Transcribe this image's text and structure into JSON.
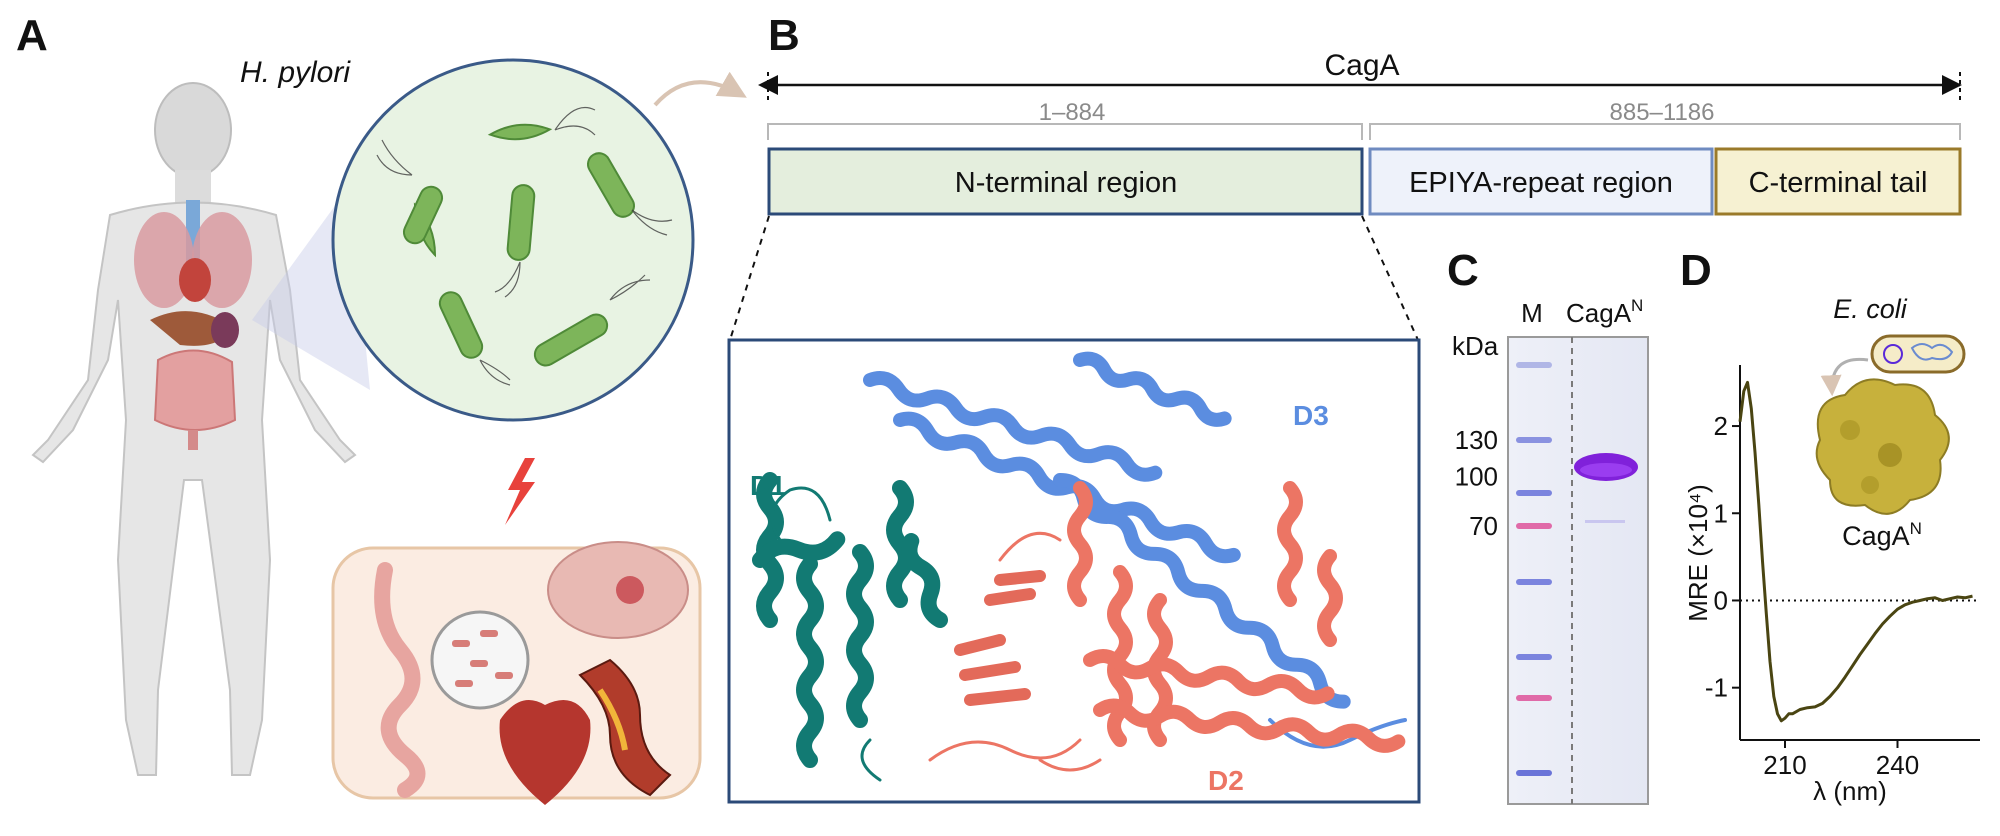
{
  "panels": {
    "a": "A",
    "b": "B",
    "c": "C",
    "d": "D"
  },
  "panel_a": {
    "organism": "H. pylori"
  },
  "panel_b": {
    "protein": "CagA",
    "range_n": "1–884",
    "range_c": "885–1186",
    "regions": {
      "n_terminal": "N-terminal region",
      "epiya": "EPIYA-repeat region",
      "c_tail": "C-terminal tail"
    },
    "domains": {
      "d1": "D1",
      "d2": "D2",
      "d3": "D3"
    },
    "colors": {
      "n_fill": "#e4eedd",
      "n_stroke": "#2b4a78",
      "epiya_fill": "#eef2fa",
      "epiya_stroke": "#6f8bc0",
      "tail_fill": "#f6f1d2",
      "tail_stroke": "#9a7a2a",
      "d1": "#127a73",
      "d2": "#ec7564",
      "d3": "#5b8de0"
    }
  },
  "panel_c": {
    "marker_lane": "M",
    "sample_lane": "CagA",
    "sample_sup": "N",
    "unit": "kDa",
    "markers": [
      {
        "label": "130",
        "kda": 130
      },
      {
        "label": "100",
        "kda": 100
      },
      {
        "label": "70",
        "kda": 70
      }
    ]
  },
  "panel_d": {
    "host": "E. coli",
    "protein": "CagA",
    "protein_sup": "N",
    "chart_data": {
      "type": "line",
      "xlabel": "λ (nm)",
      "ylabel": "MRE (×10⁴)",
      "xlim": [
        198,
        262
      ],
      "ylim": [
        -1.6,
        2.7
      ],
      "xticks": [
        {
          "value": 210,
          "label": "210"
        },
        {
          "value": 240,
          "label": "240"
        }
      ],
      "yticks": [
        {
          "value": 2,
          "label": "2"
        },
        {
          "value": 1,
          "label": "1"
        },
        {
          "value": 0,
          "label": "0"
        },
        {
          "value": -1,
          "label": "-1"
        }
      ],
      "zero_line": true,
      "color": "#4a4512",
      "series": [
        {
          "x": [
            198,
            199,
            200,
            201,
            202,
            203,
            204,
            205,
            206,
            207,
            208,
            209,
            210,
            211,
            212,
            214,
            216,
            218,
            220,
            222,
            224,
            226,
            228,
            230,
            232,
            234,
            236,
            238,
            240,
            242,
            244,
            246,
            248,
            250,
            252,
            254,
            256,
            258,
            260
          ],
          "y": [
            2.05,
            2.4,
            2.5,
            2.2,
            1.7,
            1.1,
            0.45,
            -0.15,
            -0.7,
            -1.1,
            -1.3,
            -1.38,
            -1.35,
            -1.3,
            -1.3,
            -1.25,
            -1.23,
            -1.22,
            -1.18,
            -1.1,
            -1.0,
            -0.88,
            -0.75,
            -0.62,
            -0.5,
            -0.38,
            -0.27,
            -0.18,
            -0.1,
            -0.05,
            -0.02,
            0.0,
            0.02,
            0.03,
            0.0,
            0.02,
            0.04,
            0.03,
            0.05
          ]
        }
      ]
    }
  }
}
